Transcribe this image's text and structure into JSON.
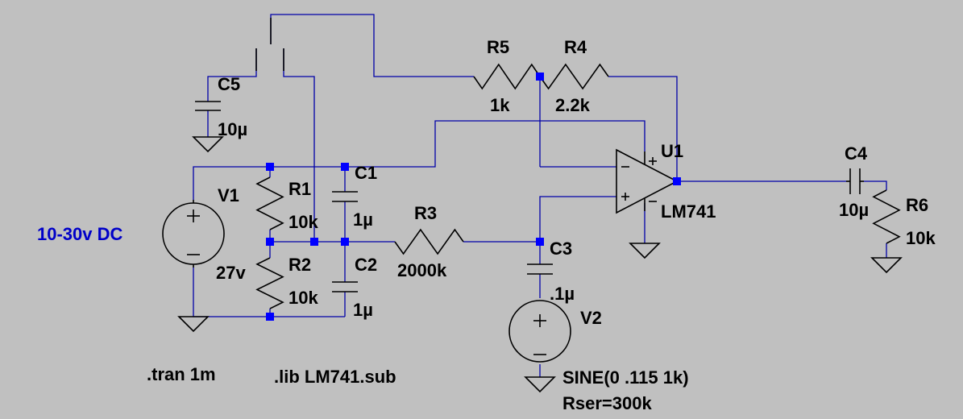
{
  "components": {
    "r1": {
      "ref": "R1",
      "value": "10k"
    },
    "r2": {
      "ref": "R2",
      "value": "10k"
    },
    "r3": {
      "ref": "R3",
      "value": "2000k"
    },
    "r4": {
      "ref": "R4",
      "value": "2.2k"
    },
    "r5": {
      "ref": "R5",
      "value": "1k"
    },
    "r6": {
      "ref": "R6",
      "value": "10k"
    },
    "c1": {
      "ref": "C1",
      "value": "1µ"
    },
    "c2": {
      "ref": "C2",
      "value": "1µ"
    },
    "c3": {
      "ref": "C3",
      "value": ".1µ"
    },
    "c4": {
      "ref": "C4",
      "value": "10µ"
    },
    "c5": {
      "ref": "C5",
      "value": "10µ"
    },
    "v1": {
      "ref": "V1",
      "value": "27v"
    },
    "v2": {
      "ref": "V2",
      "value": "SINE(0 .115 1k)",
      "value2": "Rser=300k"
    },
    "u1": {
      "ref": "U1",
      "value": "LM741"
    }
  },
  "notes": {
    "supply": "10-30v DC",
    "tran": ".tran 1m",
    "lib": ".lib LM741.sub"
  },
  "colors": {
    "background": "#c0c0c0",
    "wire": "#0000a8",
    "node": "#0000ff",
    "symbol": "#000000",
    "comment": "#0000c8"
  }
}
